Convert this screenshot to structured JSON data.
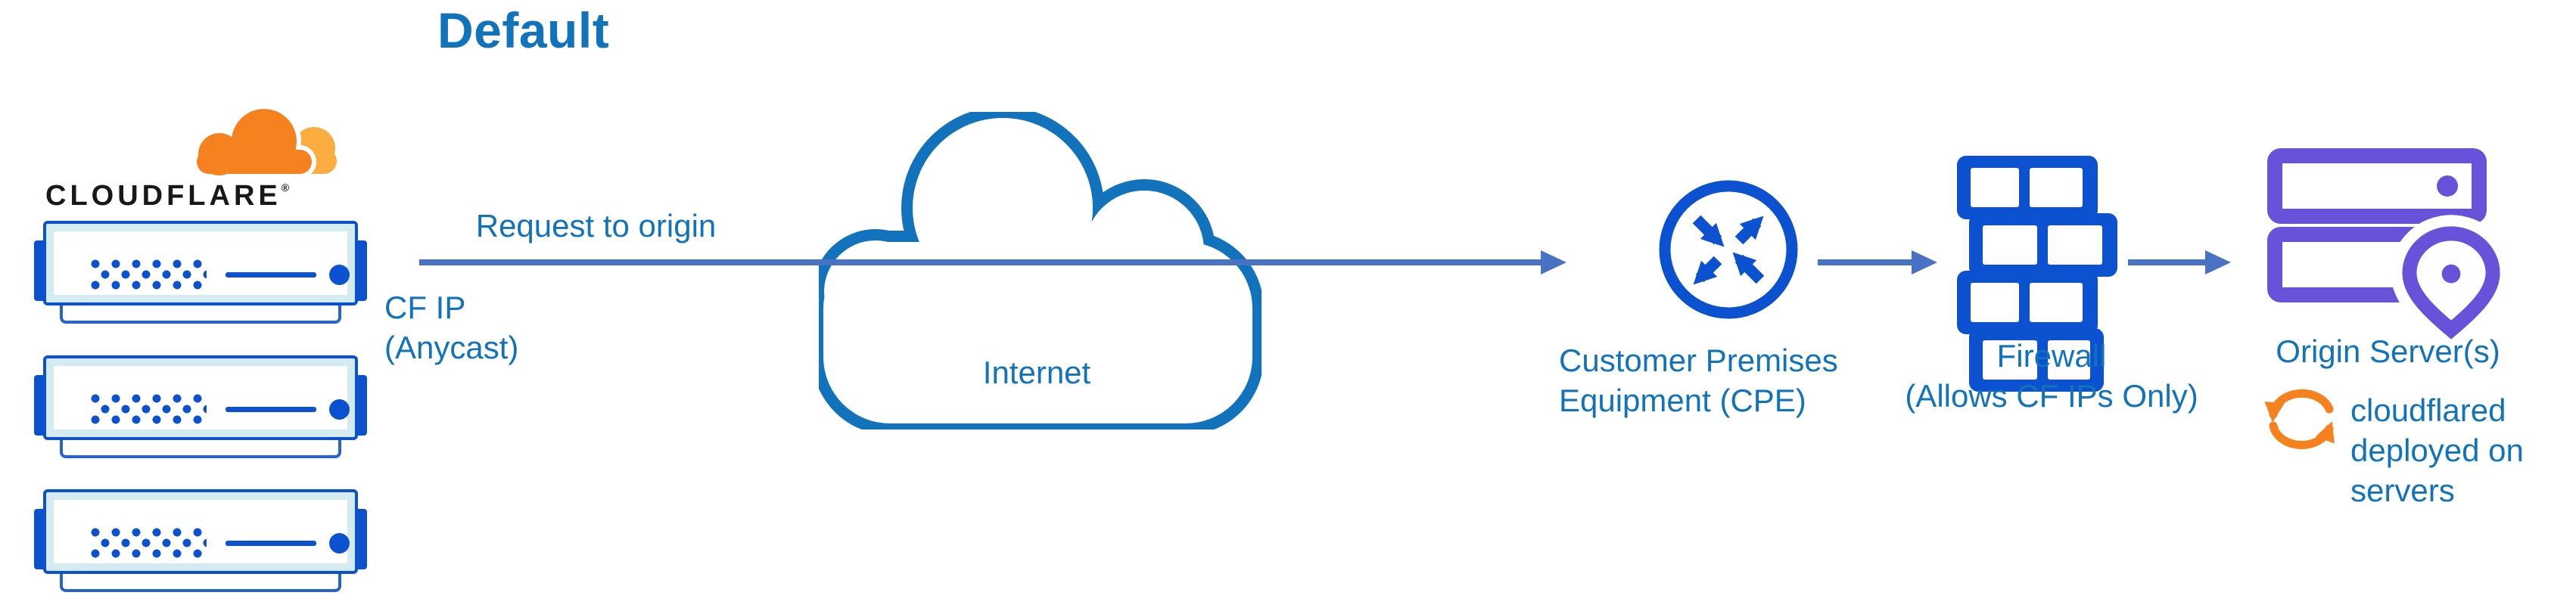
{
  "title": "Default",
  "colors": {
    "label_blue": "#1173BC",
    "icon_blue": "#0B51D0",
    "arrow_blue": "#4A72C4",
    "server_fill_light": "#D5EBF2",
    "origin_purple": "#6852D9",
    "cloudflare_orange": "#F6821F",
    "cloudflare_orange_light": "#FBAD41",
    "wordmark_black": "#17181A"
  },
  "cloudflare": {
    "wordmark": "CLOUDFLARE",
    "registered_mark": "®"
  },
  "flow": {
    "request_label": "Request to origin",
    "source_ip_line1": "CF IP",
    "source_ip_line2": "(Anycast)"
  },
  "internet": {
    "label": "Internet"
  },
  "cpe": {
    "label_line1": "Customer Premises",
    "label_line2": "Equipment (CPE)"
  },
  "firewall": {
    "label_line1": "Firewall",
    "label_line2": "(Allows CF IPs Only)"
  },
  "origin": {
    "label": "Origin Server(s)",
    "note_line1": "cloudflared",
    "note_line2": "deployed on",
    "note_line3": "servers"
  },
  "icons": {
    "cloudflare_logo_cloud": "cloudflare-cloud-icon",
    "edge_servers": "server-rack-icon",
    "internet": "internet-cloud-icon",
    "cpe": "router-arrows-icon",
    "firewall": "firewall-bricks-icon",
    "origin_servers": "origin-servers-icon",
    "origin_location": "location-pin-icon",
    "cloudflared": "sync-arrows-icon",
    "flow_arrows": "arrow-right-icon"
  }
}
